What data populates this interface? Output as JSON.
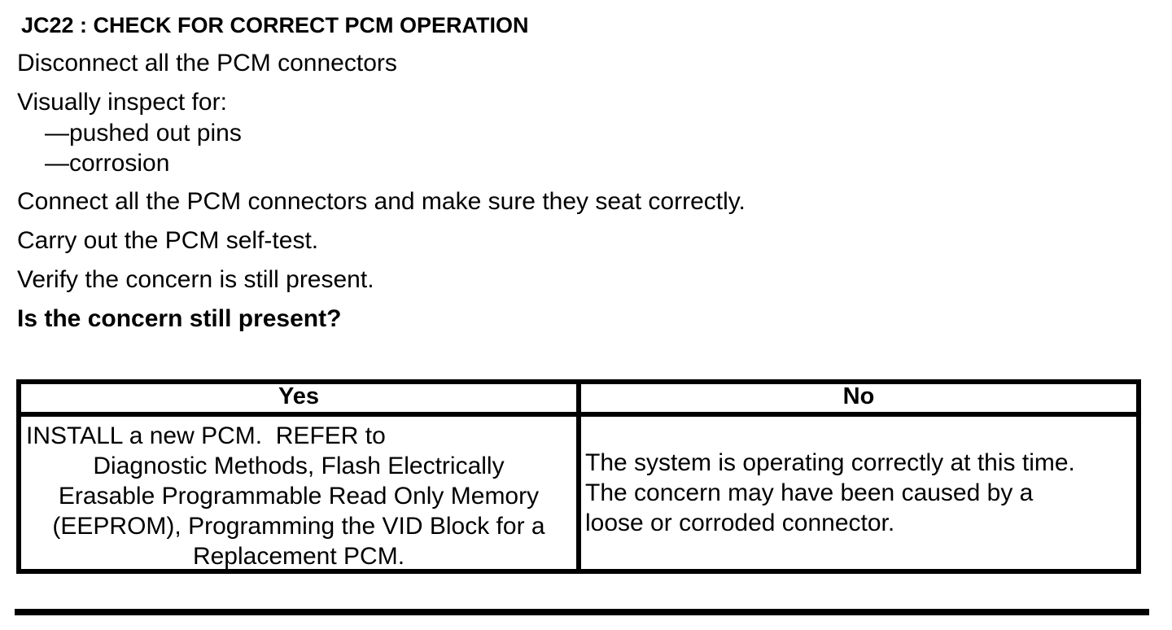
{
  "page": {
    "background_color": "#ffffff",
    "text_color": "#000000"
  },
  "heading": "JC22 : CHECK FOR CORRECT PCM OPERATION",
  "procedure": {
    "step_disconnect": "Disconnect all the PCM connectors",
    "step_inspect": "Visually inspect for:",
    "inspect_items": [
      "—pushed out pins",
      "—corrosion"
    ],
    "step_connect": "Connect all the PCM connectors and make sure they seat correctly.",
    "step_selftest": "Carry out the PCM self-test.",
    "step_verify": "Verify the concern is still present.",
    "question": "Is the concern still present?"
  },
  "decision_table": {
    "headers": {
      "yes": "Yes",
      "no": "No"
    },
    "yes_cell": {
      "lines": [
        "INSTALL a new PCM.  REFER to",
        "Diagnostic Methods, Flash Electrically",
        "Erasable Programmable Read Only Memory",
        "(EEPROM), Programming the VID Block for a",
        "Replacement PCM."
      ]
    },
    "no_cell": {
      "lines": [
        "The system is operating correctly at this time.",
        "The concern may have been caused by a",
        "loose or corroded connector."
      ]
    }
  }
}
